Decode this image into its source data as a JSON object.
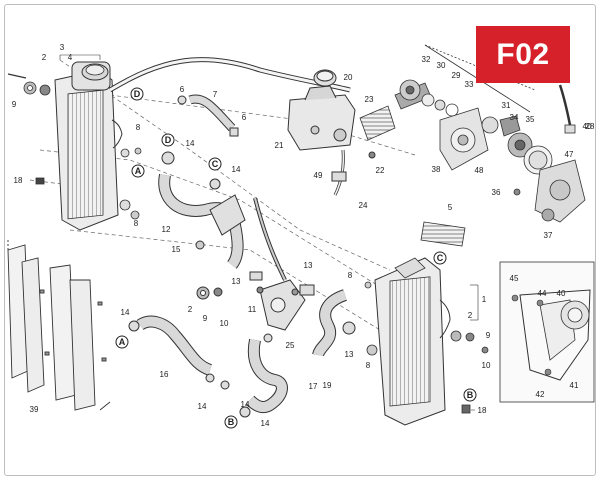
{
  "badge": {
    "code": "F02"
  },
  "colors": {
    "badge_bg": "#d6202a",
    "line": "#333333",
    "part_fill": "#e6e6e6",
    "dark_fill": "#7a7a7a"
  },
  "callouts": [
    {
      "n": "1"
    },
    {
      "n": "2"
    },
    {
      "n": "2"
    },
    {
      "n": "2"
    },
    {
      "n": "3"
    },
    {
      "n": "4"
    },
    {
      "n": "5"
    },
    {
      "n": "6"
    },
    {
      "n": "6"
    },
    {
      "n": "7"
    },
    {
      "n": "8"
    },
    {
      "n": "8"
    },
    {
      "n": "8"
    },
    {
      "n": "8"
    },
    {
      "n": "9"
    },
    {
      "n": "9"
    },
    {
      "n": "9"
    },
    {
      "n": "10"
    },
    {
      "n": "10"
    },
    {
      "n": "11"
    },
    {
      "n": "12"
    },
    {
      "n": "13"
    },
    {
      "n": "13"
    },
    {
      "n": "13"
    },
    {
      "n": "14"
    },
    {
      "n": "14"
    },
    {
      "n": "14"
    },
    {
      "n": "14"
    },
    {
      "n": "14"
    },
    {
      "n": "14"
    },
    {
      "n": "15"
    },
    {
      "n": "16"
    },
    {
      "n": "17"
    },
    {
      "n": "18"
    },
    {
      "n": "18"
    },
    {
      "n": "19"
    },
    {
      "n": "20"
    },
    {
      "n": "21"
    },
    {
      "n": "22"
    },
    {
      "n": "23"
    },
    {
      "n": "24"
    },
    {
      "n": "25"
    },
    {
      "n": "28"
    },
    {
      "n": "29"
    },
    {
      "n": "30"
    },
    {
      "n": "31"
    },
    {
      "n": "32"
    },
    {
      "n": "33"
    },
    {
      "n": "34"
    },
    {
      "n": "35"
    },
    {
      "n": "36"
    },
    {
      "n": "37"
    },
    {
      "n": "38"
    },
    {
      "n": "39"
    },
    {
      "n": "40"
    },
    {
      "n": "40"
    },
    {
      "n": "41"
    },
    {
      "n": "42"
    },
    {
      "n": "44"
    },
    {
      "n": "45"
    },
    {
      "n": "47"
    },
    {
      "n": "48"
    },
    {
      "n": "49"
    }
  ],
  "connectors": [
    {
      "letter": "D"
    },
    {
      "letter": "D"
    },
    {
      "letter": "C"
    },
    {
      "letter": "C"
    },
    {
      "letter": "A"
    },
    {
      "letter": "A"
    },
    {
      "letter": "B"
    },
    {
      "letter": "B"
    }
  ]
}
